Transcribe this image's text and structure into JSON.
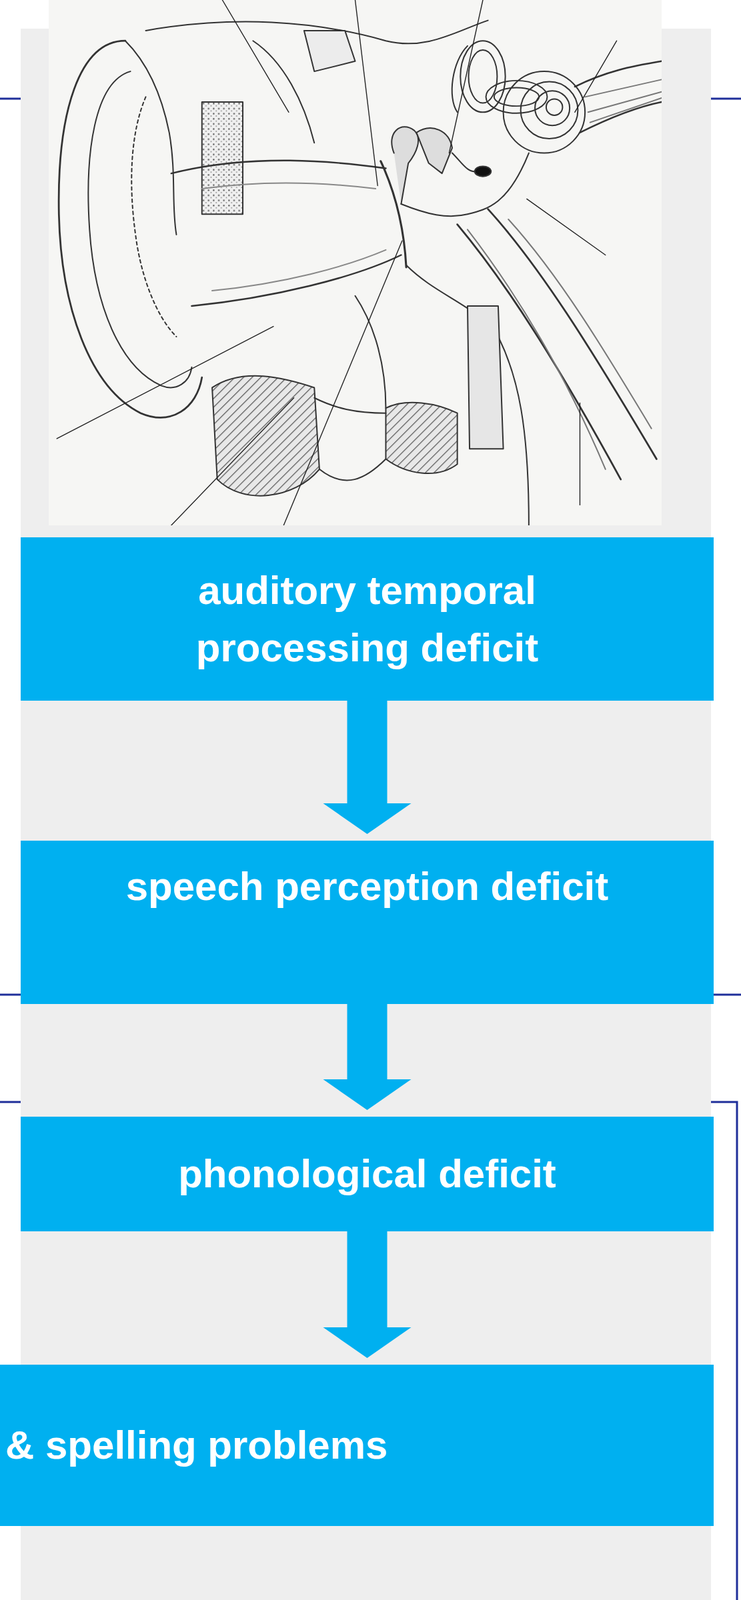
{
  "diagram": {
    "nodes": [
      {
        "text": [
          "auditory temporal processing deficit"
        ]
      },
      {
        "text": [
          "speech perception deficit"
        ]
      },
      {
        "text": [
          "phonological deficit"
        ]
      },
      {
        "text": [
          "& spelling problems"
        ]
      }
    ],
    "edges": [
      {
        "from": 0,
        "to": 1,
        "arrow": "to"
      },
      {
        "from": 1,
        "to": 2,
        "arrow": "to"
      },
      {
        "from": 2,
        "to": 3,
        "arrow": "to"
      }
    ]
  }
}
